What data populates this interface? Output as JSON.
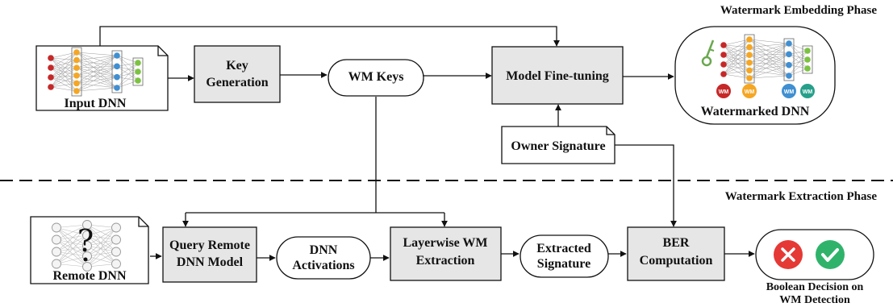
{
  "phases": {
    "embedding": "Watermark Embedding Phase",
    "extraction": "Watermark Extraction Phase"
  },
  "nodes": {
    "input_dnn": "Input DNN",
    "key_generation": [
      "Key",
      "Generation"
    ],
    "wm_keys": "WM Keys",
    "model_finetuning": "Model Fine-tuning",
    "owner_signature": "Owner Signature",
    "watermarked_dnn": "Watermarked DNN",
    "wm_badge": "WM",
    "remote_dnn": "Remote DNN",
    "query_remote": [
      "Query Remote",
      "DNN Model"
    ],
    "dnn_activations": [
      "DNN",
      "Activations"
    ],
    "layerwise_extraction": [
      "Layerwise WM",
      "Extraction"
    ],
    "extracted_signature": [
      "Extracted",
      "Signature"
    ],
    "ber_computation": [
      "BER",
      "Computation"
    ],
    "boolean_decision": [
      "Boolean Decision on",
      "WM Detection"
    ],
    "question_mark": "?"
  },
  "colors": {
    "red": "#c62828",
    "orange": "#f5a623",
    "blue": "#3f8fd2",
    "green": "#7cc242",
    "teal": "#26a08a",
    "box_fill": "#e6e6e6",
    "reject": "#e53935",
    "accept": "#2fb36b",
    "key_icon": "#6aa84f"
  },
  "icons": [
    "key-icon",
    "reject-icon",
    "accept-icon"
  ]
}
